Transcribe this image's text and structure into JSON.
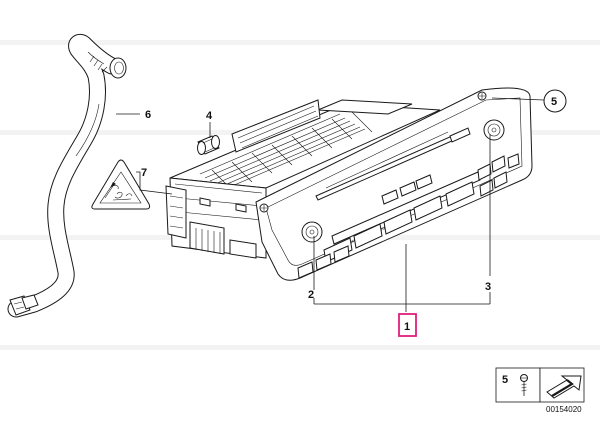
{
  "diagram": {
    "callouts": [
      {
        "id": "1",
        "label": "1",
        "highlighted": true
      },
      {
        "id": "2",
        "label": "2"
      },
      {
        "id": "3",
        "label": "3"
      },
      {
        "id": "4",
        "label": "4"
      },
      {
        "id": "5",
        "label": "5",
        "circled": true
      },
      {
        "id": "6",
        "label": "6"
      },
      {
        "id": "7",
        "label": "7"
      }
    ],
    "legend": {
      "label": "5"
    },
    "diagram_code": "00154020",
    "highlight_color": "#e0207a"
  }
}
